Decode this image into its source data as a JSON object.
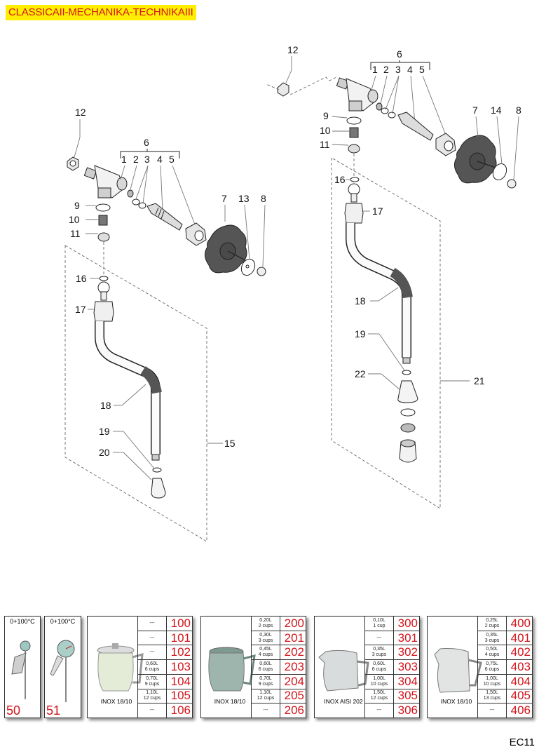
{
  "header": {
    "title": "CLASSICAII-MECHANIKA-TECHNIKAIII"
  },
  "diagram": {
    "left_assembly": {
      "callouts": [
        "12",
        "6",
        "1",
        "2",
        "3",
        "4",
        "5",
        "9",
        "10",
        "11",
        "7",
        "13",
        "8",
        "16",
        "17",
        "18",
        "19",
        "20",
        "15"
      ]
    },
    "right_assembly": {
      "callouts": [
        "12",
        "6",
        "1",
        "2",
        "3",
        "4",
        "5",
        "9",
        "10",
        "11",
        "7",
        "14",
        "8",
        "16",
        "17",
        "18",
        "19",
        "22",
        "21"
      ]
    }
  },
  "catalog": {
    "thermometers": [
      {
        "range": "0+100°C",
        "code": "50"
      },
      {
        "range": "0+100°C",
        "code": "51"
      }
    ],
    "products": [
      {
        "caption": "INOX 18/10",
        "rows": [
          {
            "capacity": "---",
            "cups": "",
            "code": "100"
          },
          {
            "capacity": "---",
            "cups": "",
            "code": "101"
          },
          {
            "capacity": "---",
            "cups": "",
            "code": "102"
          },
          {
            "capacity": "0,60L",
            "cups": "6 cups",
            "code": "103"
          },
          {
            "capacity": "0,70L",
            "cups": "9 cups",
            "code": "104"
          },
          {
            "capacity": "1,10L",
            "cups": "12 cups",
            "code": "105"
          },
          {
            "capacity": "---",
            "cups": "",
            "code": "106"
          }
        ]
      },
      {
        "caption": "INOX 18/10",
        "rows": [
          {
            "capacity": "0,20L",
            "cups": "2 cups",
            "code": "200"
          },
          {
            "capacity": "0,30L",
            "cups": "3 cups",
            "code": "201"
          },
          {
            "capacity": "0,45L",
            "cups": "4 cups",
            "code": "202"
          },
          {
            "capacity": "0,60L",
            "cups": "6 cups",
            "code": "203"
          },
          {
            "capacity": "0,70L",
            "cups": "9 cups",
            "code": "204"
          },
          {
            "capacity": "1,10L",
            "cups": "12 cups",
            "code": "205"
          },
          {
            "capacity": "---",
            "cups": "",
            "code": "206"
          }
        ]
      },
      {
        "caption": "INOX AISI 202",
        "rows": [
          {
            "capacity": "0,10L",
            "cups": "1 cup",
            "code": "300"
          },
          {
            "capacity": "---",
            "cups": "",
            "code": "301"
          },
          {
            "capacity": "0,35L",
            "cups": "3 cups",
            "code": "302"
          },
          {
            "capacity": "0,60L",
            "cups": "6 cups",
            "code": "303"
          },
          {
            "capacity": "1,00L",
            "cups": "10 cups",
            "code": "304"
          },
          {
            "capacity": "1,50L",
            "cups": "12 cups",
            "code": "305"
          },
          {
            "capacity": "---",
            "cups": "",
            "code": "306"
          }
        ]
      },
      {
        "caption": "INOX 18/10",
        "rows": [
          {
            "capacity": "0,25L",
            "cups": "2 cups",
            "code": "400"
          },
          {
            "capacity": "0,35L",
            "cups": "3 cups",
            "code": "401"
          },
          {
            "capacity": "0,50L",
            "cups": "4 cups",
            "code": "402"
          },
          {
            "capacity": "0,75L",
            "cups": "6 cups",
            "code": "403"
          },
          {
            "capacity": "1,00L",
            "cups": "10 cups",
            "code": "404"
          },
          {
            "capacity": "1,50L",
            "cups": "13 cups",
            "code": "405"
          },
          {
            "capacity": "---",
            "cups": "",
            "code": "406"
          }
        ]
      }
    ]
  },
  "footer": {
    "page_code": "EC11"
  }
}
